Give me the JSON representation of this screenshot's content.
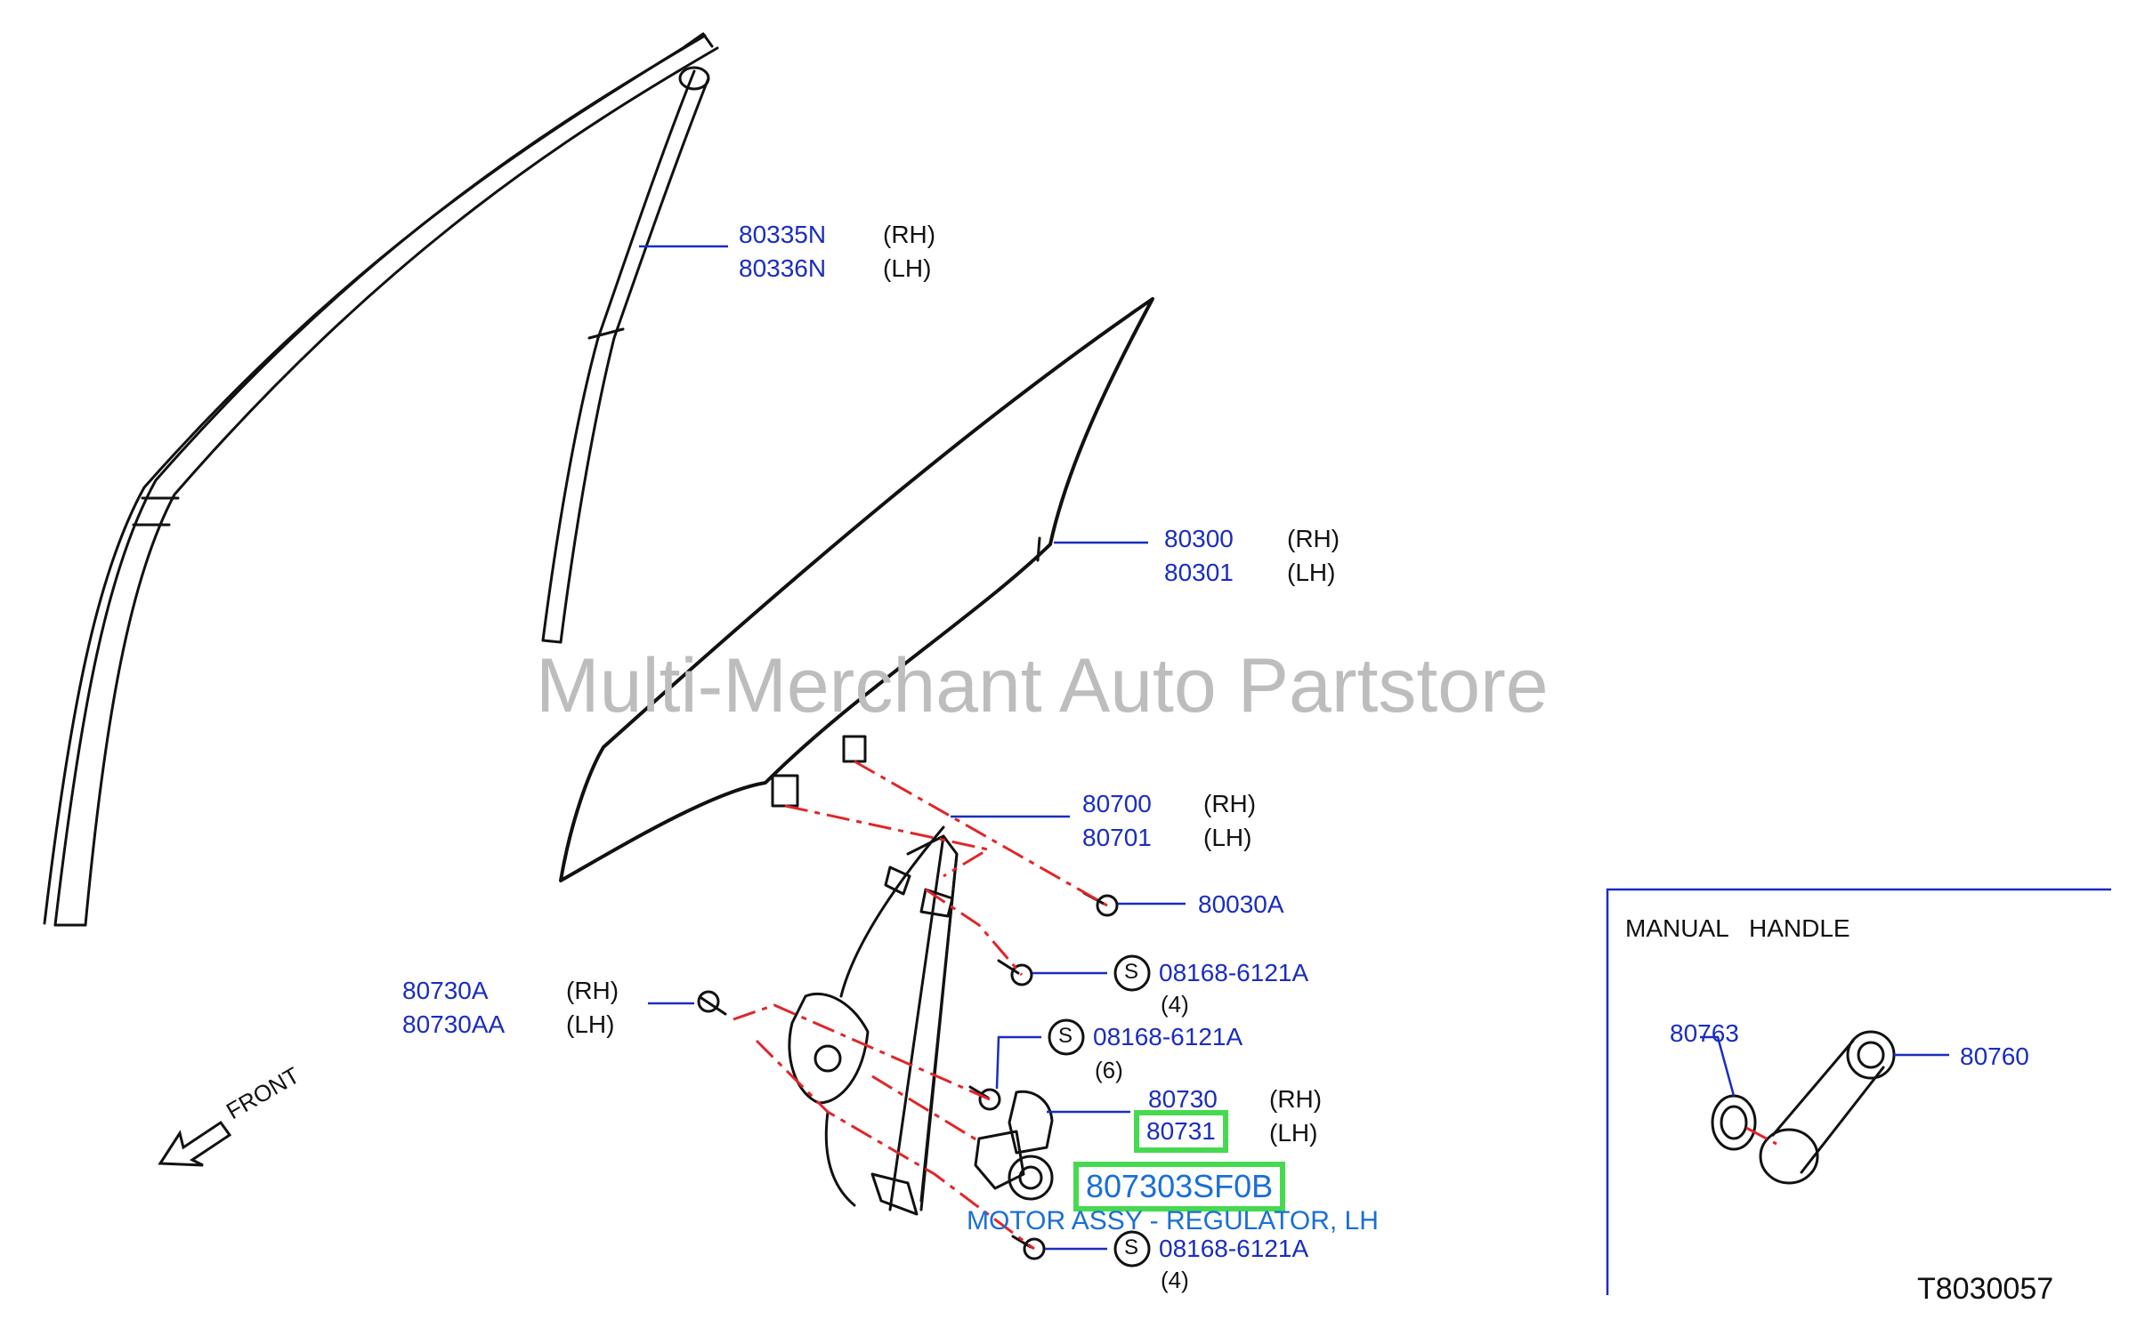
{
  "watermark": "Multi-Merchant Auto Partstore",
  "diagram_code": "T8030057",
  "front_label": "FRONT",
  "inset_title": "MANUAL   HANDLE",
  "colors": {
    "part_number": "#1a2dbf",
    "highlight": "#47d94f",
    "description": "#1a6fd6",
    "phantom_line": "#e0262a"
  },
  "callouts": {
    "moulding_rh": "80335N",
    "moulding_lh": "80336N",
    "glass_rh": "80300",
    "glass_lh": "80301",
    "regulator_rh": "80700",
    "regulator_lh": "80701",
    "bolt_80030a": "80030A",
    "screw_upper": "08168-6121A",
    "screw_upper_qty": "(4)",
    "screw_mid": "08168-6121A",
    "screw_mid_qty": "(6)",
    "screw_lower": "08168-6121A",
    "screw_lower_qty": "(4)",
    "bolt_side_rh": "80730A",
    "bolt_side_lh": "80730AA",
    "motor_rh": "80730",
    "motor_lh": "80731",
    "handle_80763": "80763",
    "handle_80760": "80760"
  },
  "side_labels": {
    "rh": "(RH)",
    "lh": "(LH)"
  },
  "std_part_mark": "S",
  "highlighted_part": {
    "number": "807303SF0B",
    "description": "MOTOR ASSY - REGULATOR, LH"
  }
}
